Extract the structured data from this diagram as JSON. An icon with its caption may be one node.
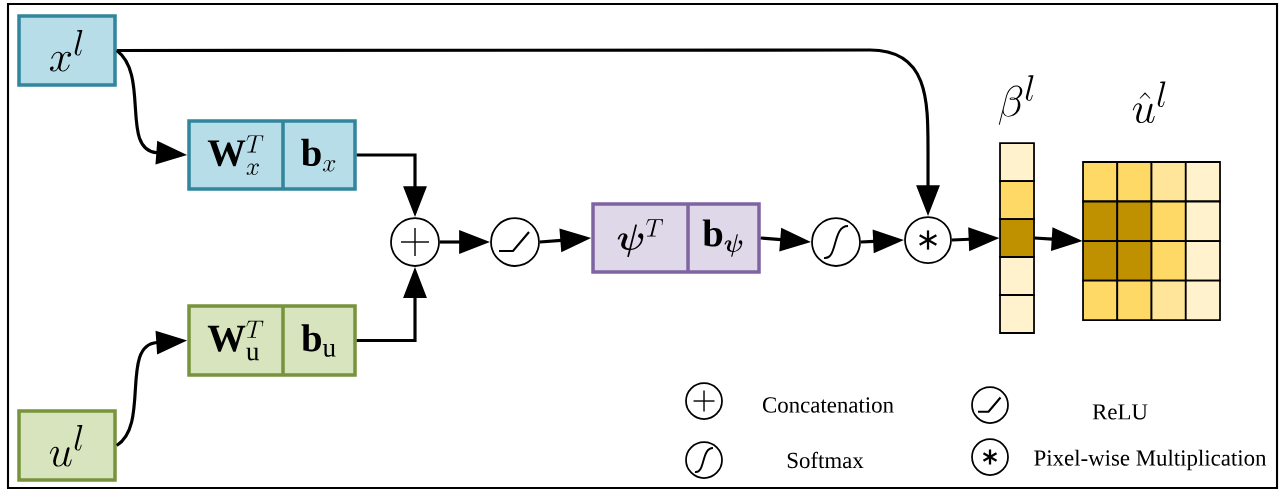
{
  "diagram": {
    "nodes": [
      {
        "text": [
          "x^{l}"
        ]
      },
      {
        "text": [
          "\\mathbf{W}_{x}^{T}",
          "\\mathbf{b}_{x}"
        ]
      },
      {
        "text": [
          "\\mathbf{W}_{\\mathrm{u}}^{T}",
          "\\mathbf{b}_{\\mathrm{u}}"
        ]
      },
      {
        "text": [
          "u^{l}"
        ]
      },
      {
        "text": [],
        "shape": "circle"
      },
      {
        "text": [],
        "shape": "circle"
      },
      {
        "text": [
          "\\bm{\\psi}^{T}",
          "\\mathbf{b}_{\\bm{\\psi}}"
        ]
      },
      {
        "text": [],
        "shape": "circle"
      },
      {
        "text": [],
        "shape": "circle"
      },
      {
        "text": [
          "\\beta^{l}"
        ]
      },
      {
        "text": [
          "\\hat{u}^{l}"
        ]
      }
    ],
    "edges": [
      {
        "from": 0,
        "to": 1,
        "arrow": "to"
      },
      {
        "from": 0,
        "to": 8,
        "arrow": "to"
      },
      {
        "from": 3,
        "to": 2,
        "arrow": "to"
      },
      {
        "from": 1,
        "to": 4,
        "arrow": "to"
      },
      {
        "from": 2,
        "to": 4,
        "arrow": "to"
      },
      {
        "from": 4,
        "to": 5,
        "arrow": "to"
      },
      {
        "from": 5,
        "to": 6,
        "arrow": "to"
      },
      {
        "from": 6,
        "to": 7,
        "arrow": "to"
      },
      {
        "from": 7,
        "to": 8,
        "arrow": "to"
      },
      {
        "from": 8,
        "to": 9,
        "arrow": "to"
      },
      {
        "from": 9,
        "to": 10,
        "arrow": "to"
      }
    ],
    "legend": [
      {
        "text": "Concatenation"
      },
      {
        "text": "ReLU"
      },
      {
        "text": "Softmax"
      },
      {
        "text": "Pixel-wise Multiplication"
      }
    ]
  }
}
